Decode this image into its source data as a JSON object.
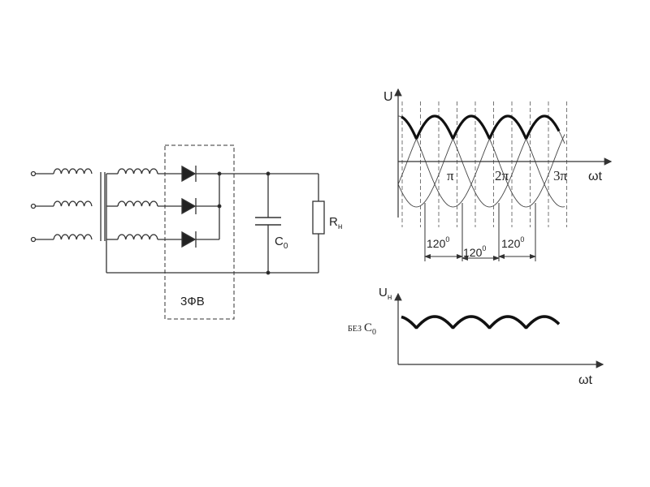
{
  "circuit": {
    "rectifier_label": "3ФВ",
    "capacitor_label": "C",
    "capacitor_sub": "0",
    "load_label": "R",
    "load_sub": "н"
  },
  "top_graph": {
    "y_axis_label": "U",
    "x_axis_label": "ωt",
    "ticks": [
      "π",
      "2π",
      "3π"
    ],
    "angle_value": "120",
    "angle_sup": "0",
    "angle_count": 3
  },
  "bottom_graph": {
    "y_axis_label": "U",
    "y_axis_sub": "н",
    "x_axis_label": "ωt",
    "note_prefix": "БЕЗ",
    "note_symbol": "C",
    "note_sub": "0"
  }
}
